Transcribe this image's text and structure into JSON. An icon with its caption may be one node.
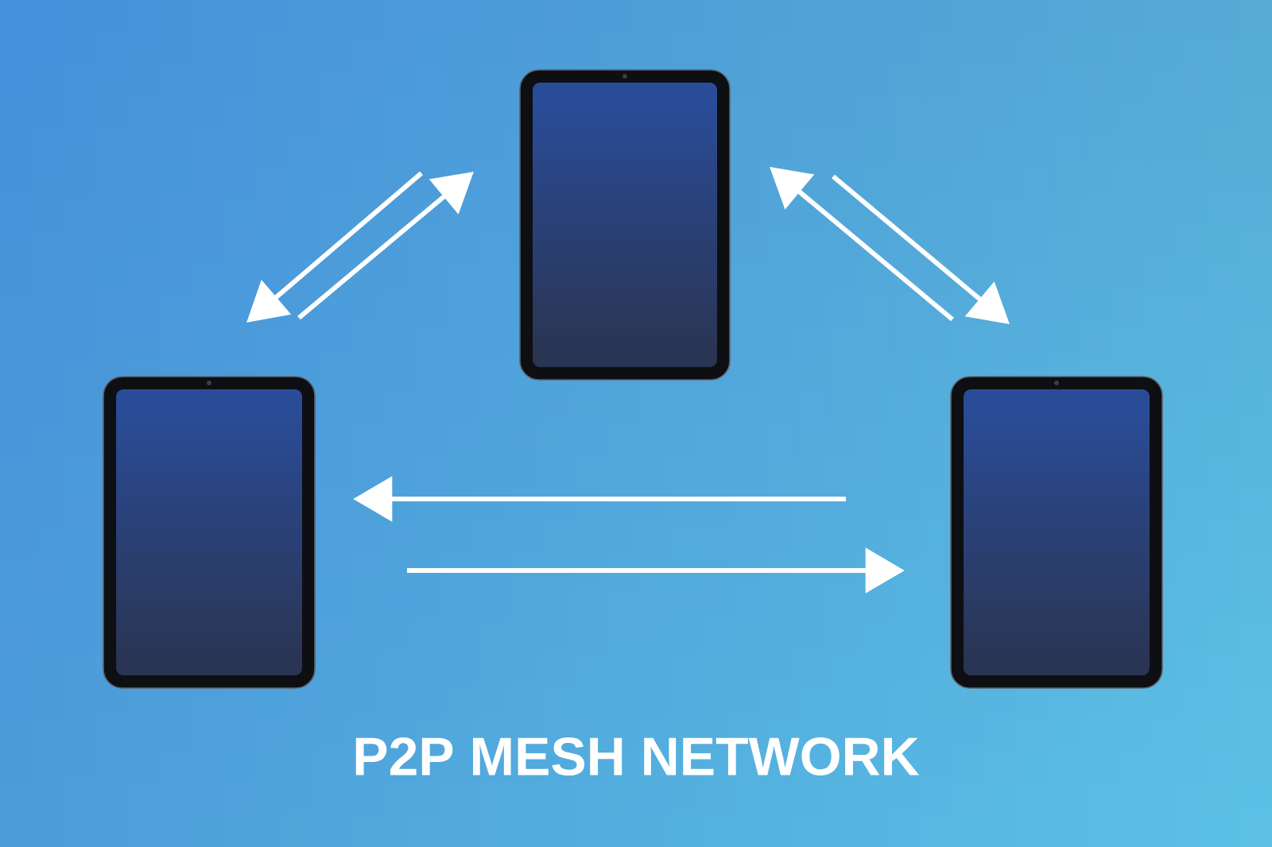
{
  "diagram": {
    "title": "P2P MESH NETWORK",
    "nodes": [
      {
        "text": [],
        "shape": "tablet"
      },
      {
        "text": [],
        "shape": "tablet"
      },
      {
        "text": [],
        "shape": "tablet"
      }
    ],
    "edges": [
      {
        "from": 0,
        "to": 1,
        "arrow": "to"
      },
      {
        "from": 1,
        "to": 0,
        "arrow": "to"
      },
      {
        "from": 0,
        "to": 2,
        "arrow": "to"
      },
      {
        "from": 2,
        "to": 0,
        "arrow": "to"
      },
      {
        "from": 2,
        "to": 1,
        "arrow": "to"
      },
      {
        "from": 1,
        "to": 2,
        "arrow": "to"
      }
    ]
  }
}
